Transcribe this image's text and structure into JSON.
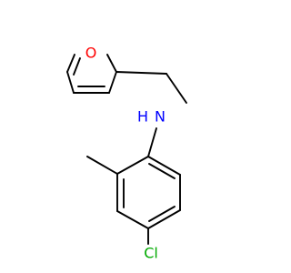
{
  "molecule": {
    "atoms": {
      "oxygen": {
        "label": "O"
      },
      "nitrogen_h": {
        "label": "H"
      },
      "nitrogen": {
        "label": "N"
      },
      "chlorine": {
        "label": "Cl"
      }
    },
    "colors": {
      "bond": "#000000",
      "oxygen": "#ff0000",
      "nitrogen": "#0000ff",
      "chlorine": "#00aa00"
    }
  }
}
